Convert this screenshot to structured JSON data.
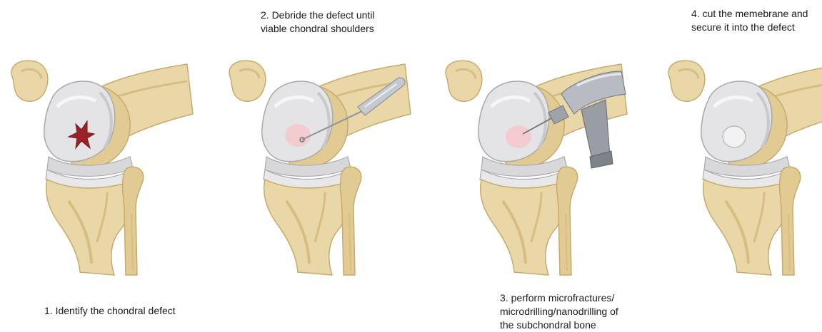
{
  "steps": [
    {
      "number": "1.",
      "lines": [
        "1. Identify the chondral defect"
      ]
    },
    {
      "number": "2.",
      "lines": [
        "2. Debride the defect until",
        "viable chondral shoulders"
      ]
    },
    {
      "number": "3.",
      "lines": [
        "3. perform microfractures/",
        "microdrilling/nanodrilling of",
        "the subchondral bone"
      ]
    },
    {
      "number": "4.",
      "lines": [
        "4. cut the memebrane and",
        "secure it into the defect"
      ]
    }
  ],
  "colors": {
    "bone": "#e9d7a8",
    "bone_shade": "#d6bd82",
    "bone_dark": "#b99a5c",
    "cartilage": "#e4e4e6",
    "cartilage_shade": "#c9c9cc",
    "defect": "#9b2328",
    "debrided_area": "#f4c9cc",
    "instrument": "#b8bcc2",
    "membrane": "#f2f2f2"
  }
}
